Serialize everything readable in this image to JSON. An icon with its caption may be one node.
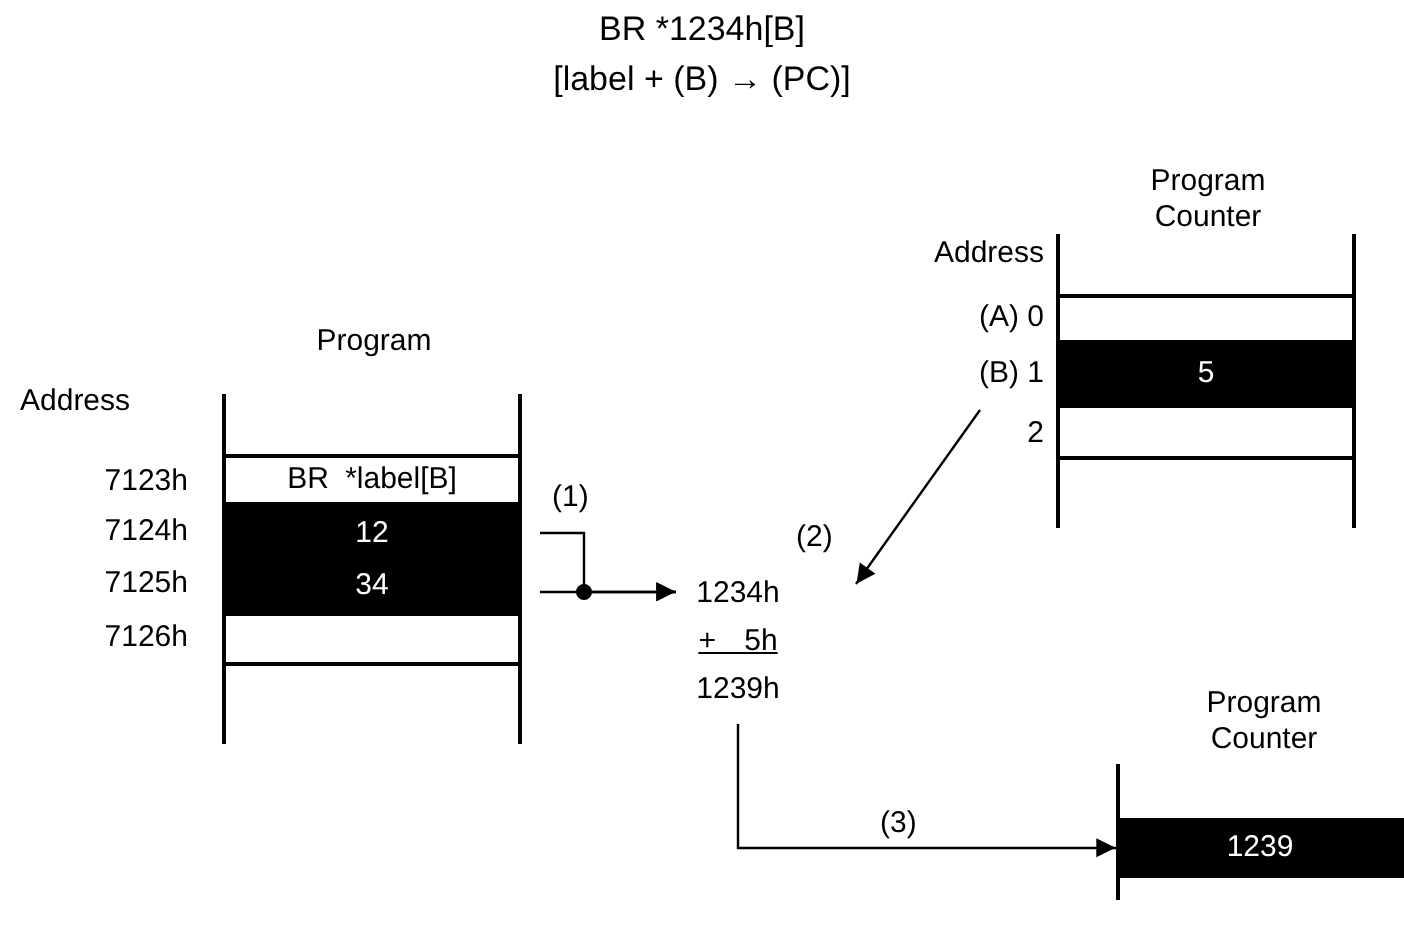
{
  "diagram": {
    "title": "BR *1234h[B]",
    "nodes": [
      {
        "text": [
          "Program"
        ]
      },
      {
        "text": [
          "BR *label[B]"
        ],
        "in": 0
      },
      {
        "text": [
          "12"
        ],
        "in": 0
      },
      {
        "text": [
          "34"
        ],
        "in": 0
      },
      {
        "text": [],
        "shape": "box",
        "in": 0
      },
      {
        "text": [
          "1234h",
          "+ 5h",
          "1239h"
        ]
      },
      {
        "text": [
          "Program Counter"
        ]
      },
      {
        "text": [],
        "shape": "box",
        "in": 6
      },
      {
        "text": [
          "5"
        ],
        "in": 6
      },
      {
        "text": [],
        "shape": "box",
        "in": 6
      },
      {
        "text": [
          "Program Counter"
        ]
      },
      {
        "text": [
          "1239"
        ],
        "in": 10
      }
    ],
    "edges": [
      {
        "from": 2,
        "to": 5,
        "arrow": "to",
        "label": "(1)"
      },
      {
        "from": 3,
        "to": 5,
        "arrow": "to"
      },
      {
        "from": 8,
        "to": 5,
        "arrow": "to",
        "label": "(2)"
      },
      {
        "from": 5,
        "to": 11,
        "arrow": "to",
        "label": "(3)"
      }
    ],
    "labels": [
      "[label + (B) → (PC)]",
      "Address",
      "(A) 0",
      "(B) 1",
      "2",
      "Address",
      "7123h",
      "7124h",
      "7125h",
      "7126h"
    ]
  }
}
